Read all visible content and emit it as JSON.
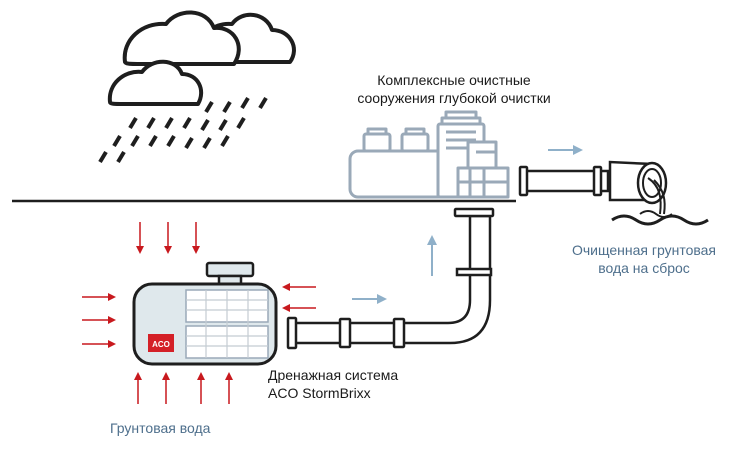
{
  "labels": {
    "plant_line1": "Комплексные очистные",
    "plant_line2": "сооружения глубокой очистки",
    "discharge_line1": "Очищенная грунтовая",
    "discharge_line2": "вода на сброс",
    "drain_line1": "Дренажная система",
    "drain_line2": "ACO StormBrixx",
    "groundwater": "Грунтовая вода",
    "logo": "ACO"
  },
  "icons": [
    "rain-cloud-icon",
    "treatment-plant-icon",
    "discharge-outlet-icon",
    "drainage-tank-icon"
  ],
  "colors": {
    "text": "#1a1a1a",
    "accent_blue": "#4e6f8c",
    "flow_arrow": "#8fb0c9",
    "inflow_arrow": "#c8191e",
    "outline": "#1e1e1e",
    "plant_outline": "#9aa9b8",
    "tank_fill": "#dfe8ec"
  }
}
